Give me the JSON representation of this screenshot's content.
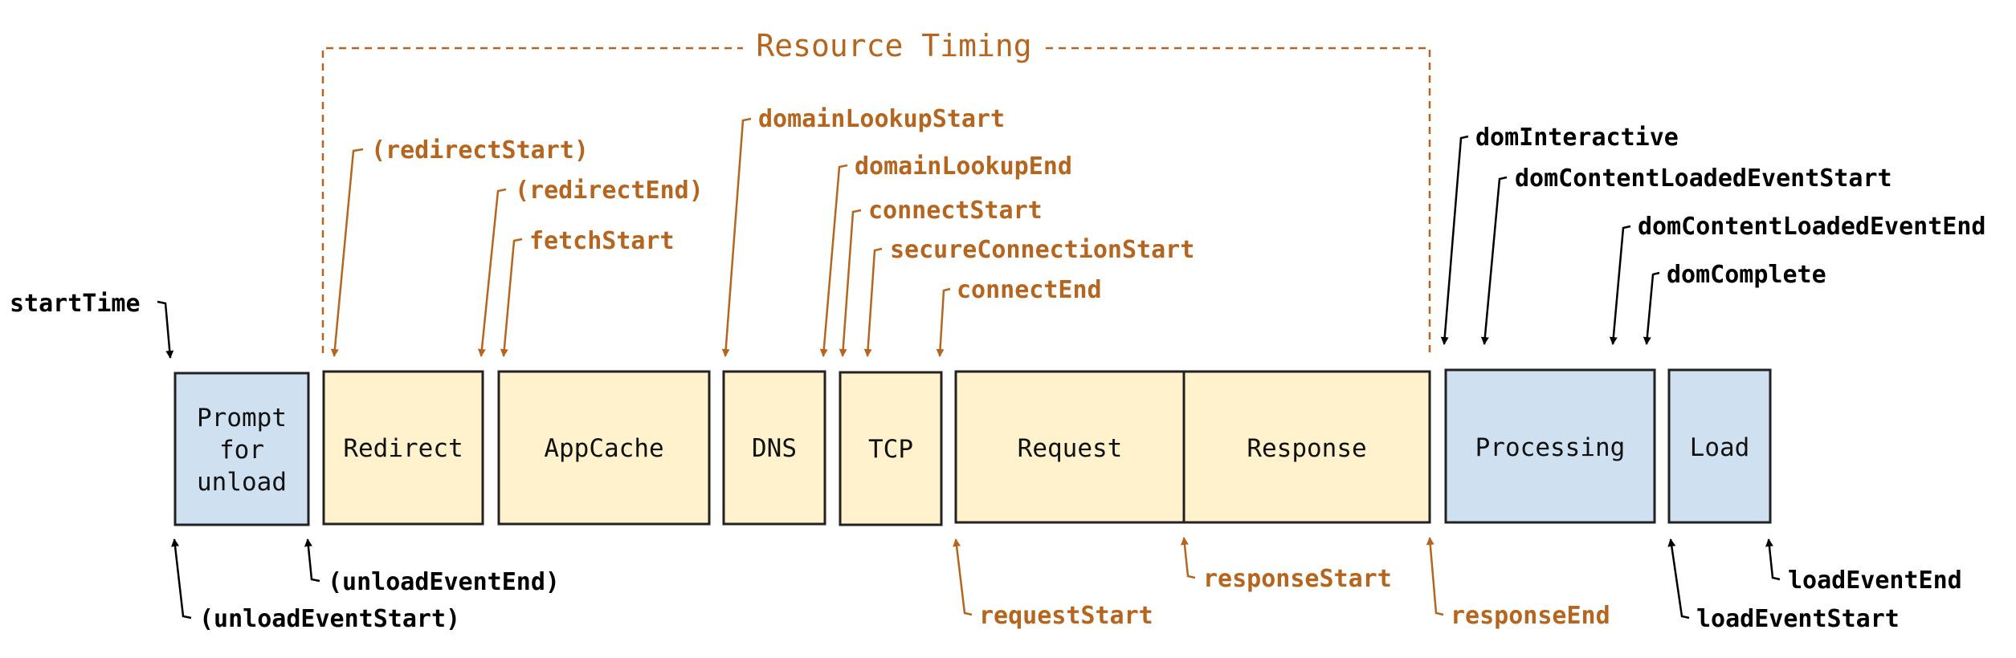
{
  "title": "Resource Timing",
  "colors": {
    "orange": "#b5651d",
    "black": "#000000",
    "phase_yellow": "#fff2cc",
    "phase_blue": "#cfe0f1"
  },
  "phases": {
    "prompt_unload": [
      "Prompt",
      "for",
      "unload"
    ],
    "redirect": "Redirect",
    "appcache": "AppCache",
    "dns": "DNS",
    "tcp": "TCP",
    "request": "Request",
    "response": "Response",
    "processing": "Processing",
    "load": "Load"
  },
  "events": {
    "start_time": "startTime",
    "redirect_start": "(redirectStart)",
    "redirect_end": "(redirectEnd)",
    "fetch_start": "fetchStart",
    "domain_lookup_start": "domainLookupStart",
    "domain_lookup_end": "domainLookupEnd",
    "connect_start": "connectStart",
    "secure_connection_start": "secureConnectionStart",
    "connect_end": "connectEnd",
    "dom_interactive": "domInteractive",
    "dom_content_loaded_event_start": "domContentLoadedEventStart",
    "dom_content_loaded_event_end": "domContentLoadedEventEnd",
    "dom_complete": "domComplete",
    "unload_event_start": "(unloadEventStart)",
    "unload_event_end": "(unloadEventEnd)",
    "request_start": "requestStart",
    "response_start": "responseStart",
    "response_end": "responseEnd",
    "load_event_start": "loadEventStart",
    "load_event_end": "loadEventEnd"
  }
}
